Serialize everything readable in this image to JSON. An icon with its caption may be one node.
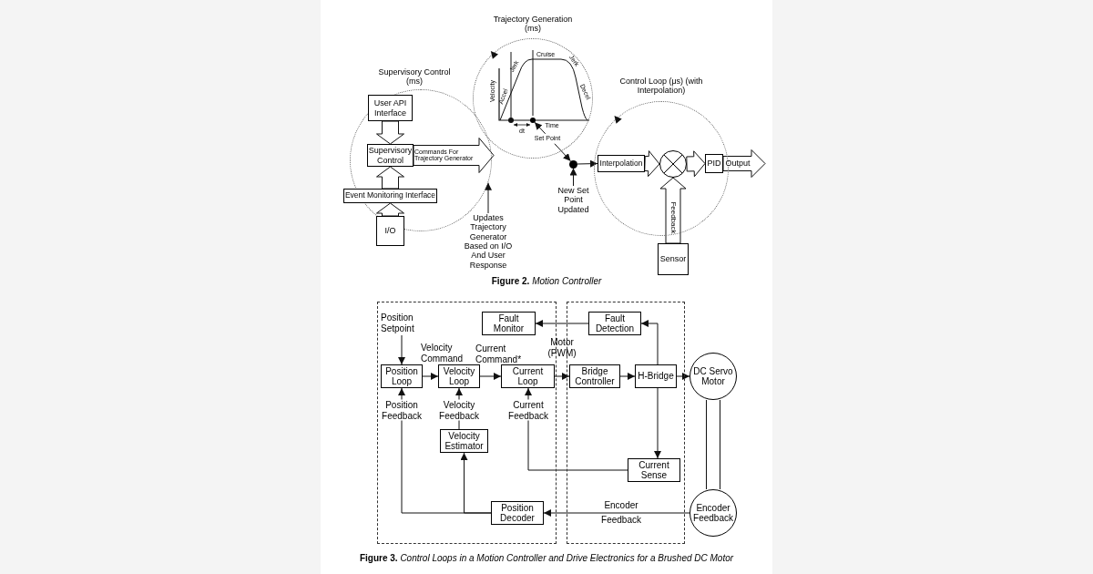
{
  "diagram": {
    "nodes": [
      {
        "text": [
          "Supervisory Control (ms)"
        ]
      },
      {
        "text": [
          "User API Interface"
        ],
        "in": 0
      },
      {
        "text": [
          "Supervisory Control"
        ],
        "in": 0
      },
      {
        "text": [
          "Event Monitoring Interface"
        ],
        "in": 0
      },
      {
        "text": [
          "I/O"
        ]
      },
      {
        "text": [
          "Updates Trajectory Generator Based on I/O And User Response"
        ]
      },
      {
        "text": [
          "Trajectory Generation (ms)"
        ]
      },
      {
        "text": [],
        "shape": "circle"
      },
      {
        "text": [
          "New Set Point Updated"
        ]
      },
      {
        "text": [
          "Control Loop (μs) (with Interpolation)"
        ]
      },
      {
        "text": [
          "Interpolation"
        ],
        "in": 9
      },
      {
        "text": [],
        "shape": "circle",
        "in": 9
      },
      {
        "text": [
          "PID"
        ],
        "in": 9
      },
      {
        "text": [
          "Sensor"
        ]
      },
      {
        "text": [],
        "shape": "box"
      },
      {
        "text": [
          "Fault Monitor"
        ],
        "in": 14
      },
      {
        "text": [
          "Position Loop"
        ],
        "in": 14
      },
      {
        "text": [
          "Velocity Loop"
        ],
        "in": 14
      },
      {
        "text": [
          "Current Loop"
        ],
        "in": 14
      },
      {
        "text": [
          "Velocity Estimator"
        ],
        "in": 14
      },
      {
        "text": [
          "Position Decoder"
        ],
        "in": 14
      },
      {
        "text": [],
        "shape": "box"
      },
      {
        "text": [
          "Fault Detection"
        ],
        "in": 21
      },
      {
        "text": [
          "Bridge Controller"
        ],
        "in": 21
      },
      {
        "text": [
          "H-Bridge"
        ],
        "in": 21
      },
      {
        "text": [
          "Current Sense"
        ],
        "in": 21
      },
      {
        "text": [
          "DC Servo Motor"
        ]
      },
      {
        "text": [
          "Encoder Feedback"
        ]
      },
      {
        "text": [],
        "shape": "circle",
        "in": 6
      }
    ],
    "edges": [
      {
        "from": 1,
        "to": 2,
        "arrow": "to",
        "style": "thick"
      },
      {
        "from": 3,
        "to": 2,
        "arrow": "to",
        "style": "thick"
      },
      {
        "from": 4,
        "to": 3,
        "arrow": "to",
        "style": "thick"
      },
      {
        "from": 2,
        "to": null,
        "arrow": "to",
        "style": "thick",
        "label": "Commands For Trajectory Generator"
      },
      {
        "from": 5,
        "to": 0,
        "arrow": "to"
      },
      {
        "from": 28,
        "to": 7,
        "arrow": "both",
        "label": "Set Point"
      },
      {
        "from": 8,
        "to": 7,
        "arrow": "to"
      },
      {
        "from": 7,
        "to": 10,
        "arrow": "to"
      },
      {
        "from": 10,
        "to": 11,
        "arrow": "to",
        "style": "thick"
      },
      {
        "from": 11,
        "to": 12,
        "arrow": "to",
        "style": "thick"
      },
      {
        "from": 12,
        "to": null,
        "arrow": "to",
        "style": "thick",
        "label": "Output"
      },
      {
        "from": 13,
        "to": 11,
        "arrow": "to",
        "style": "thick",
        "label": "Feedback"
      },
      {
        "from": null,
        "to": 16,
        "arrow": "to",
        "label": "Position Setpoint"
      },
      {
        "from": 16,
        "to": 17,
        "arrow": "to",
        "label": "Velocity Command"
      },
      {
        "from": 17,
        "to": 18,
        "arrow": "to",
        "label": "Current Command*"
      },
      {
        "from": 18,
        "to": 23,
        "arrow": "to",
        "label": "Motor (PWM)"
      },
      {
        "from": 23,
        "to": 24,
        "arrow": "to"
      },
      {
        "from": 24,
        "to": 26,
        "arrow": "to"
      },
      {
        "from": 24,
        "to": 22,
        "arrow": "to"
      },
      {
        "from": 22,
        "to": 15,
        "arrow": "to"
      },
      {
        "from": 24,
        "to": 25,
        "arrow": "to"
      },
      {
        "from": 25,
        "to": 18,
        "arrow": "to",
        "label": "Current Feedback"
      },
      {
        "from": 27,
        "to": 20,
        "arrow": "to",
        "label": "Encoder Feedback"
      },
      {
        "from": 20,
        "to": 16,
        "arrow": "to",
        "label": "Position Feedback"
      },
      {
        "from": 20,
        "to": 19,
        "arrow": "to"
      },
      {
        "from": 19,
        "to": 17,
        "arrow": "to",
        "label": "Velocity Feedback"
      },
      {
        "from": 26,
        "to": 27,
        "arrow": "none"
      }
    ],
    "labels": [
      "Velocity",
      "Accel",
      "Jerk",
      "Cruise",
      "Jerk",
      "Decel",
      "Time",
      "dt",
      "**Figure 2.** *Motion Controller*",
      "**Figure 3.** *Control Loops in a Motion Controller and Drive Electronics for a Brushed DC Motor*"
    ]
  }
}
